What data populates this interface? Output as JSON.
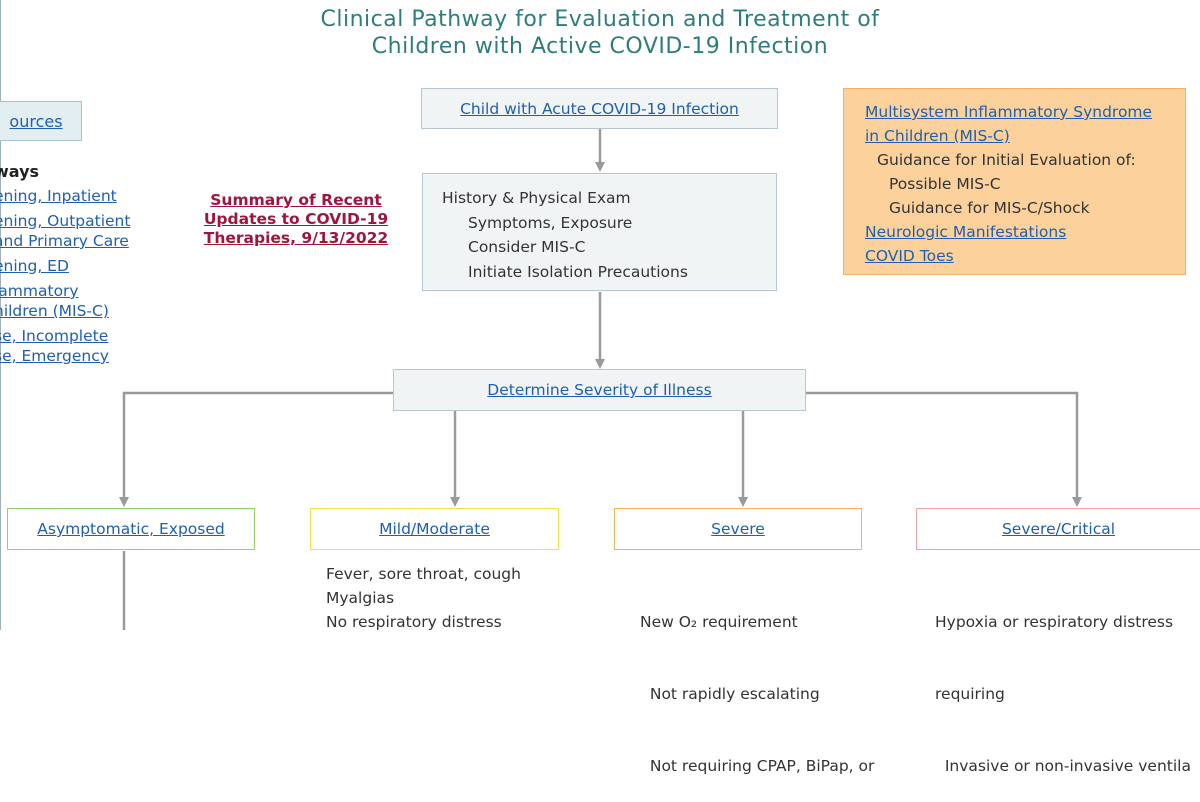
{
  "title": {
    "line1": "Clinical Pathway for Evaluation and Treatment of",
    "line2": "Children with Active COVID-19 Infection"
  },
  "sidebar": {
    "resources_label": "ources",
    "pathways_header": "ways",
    "links": [
      [
        "ening, Inpatient"
      ],
      [
        "ening, Outpatient",
        "and Primary Care"
      ],
      [
        "ening, ED"
      ],
      [
        "lammatory",
        "hildren (MIS-C)"
      ],
      [
        "se, Incomplete",
        "se, Emergency"
      ]
    ]
  },
  "summary_link": {
    "lines": [
      "Summary of Recent",
      "Updates to COVID-19",
      "Therapies, 9/13/2022"
    ]
  },
  "start_box": {
    "label": "Child with Acute COVID-19 Infection"
  },
  "history_box": {
    "heading": "History & Physical Exam",
    "items": [
      "Symptoms, Exposure",
      "Consider MIS-C",
      "Initiate Isolation Precautions"
    ]
  },
  "severity_box": {
    "label": "Determine Severity of Illness"
  },
  "mis_c_box": {
    "link_line1": "Multisystem Inflammatory Syndrome",
    "link_line2": "in Children (MIS-C)",
    "guidance_heading": "Guidance for Initial Evaluation of:",
    "guidance_items": [
      "Possible MIS-C",
      "Guidance for MIS-C/Shock"
    ],
    "neuro_link": "Neurologic Manifestations",
    "toes_link": "COVID Toes"
  },
  "severity_levels": [
    {
      "label": "Asymptomatic, Exposed",
      "border_color": "#8fd36a",
      "details": []
    },
    {
      "label": "Mild/Moderate",
      "border_color": "#f0e04a",
      "details": [
        "Fever, sore throat, cough",
        "Myalgias",
        "No respiratory distress"
      ]
    },
    {
      "label": "Severe",
      "border_color": "#f5b259",
      "details": [
        "New O₂ requirement",
        "  Not rapidly escalating",
        "  Not requiring CPAP, BiPap, or"
      ]
    },
    {
      "label": "Severe/Critical",
      "border_color": "#f3a3a3",
      "details": [
        "Hypoxia or respiratory distress",
        "requiring",
        "  Invasive or non-invasive ventila"
      ]
    }
  ],
  "colors": {
    "title": "#2e7d7d",
    "link": "#1f5fb0",
    "summary_link": "#a0153e",
    "connector": "#9a9a9a",
    "box_fill": "#f1f4f5",
    "orange_fill": "#fdd19c"
  }
}
